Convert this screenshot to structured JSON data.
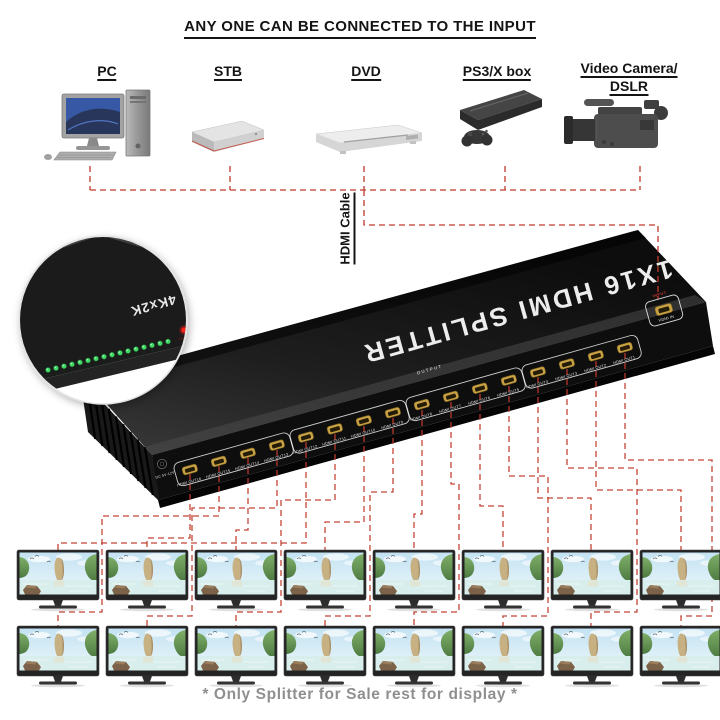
{
  "title": "ANY ONE CAN BE CONNECTED TO THE INPUT",
  "sources": [
    {
      "id": "pc",
      "label": "PC"
    },
    {
      "id": "stb",
      "label": "STB"
    },
    {
      "id": "dvd",
      "label": "DVD"
    },
    {
      "id": "ps3",
      "label": "PS3/X box"
    },
    {
      "id": "camera",
      "label": "Video Camera/",
      "label2": "DSLR"
    }
  ],
  "cable_label": "HDMI Cable",
  "splitter": {
    "name": "1X16 HDMI SPLITTER",
    "resolution_badge": "4Kx2K",
    "front_section_label": "OUTPUT",
    "input_label": "INPUT",
    "input_port_label": "HDMI IN",
    "dc_port_label": "DC 5V-12V",
    "power_led_label": "POWER",
    "led_count": 16,
    "output_ports": [
      "HDMI OUT1",
      "HDMI OUT2",
      "HDMI OUT3",
      "HDMI OUT4",
      "HDMI OUT5",
      "HDMI OUT6",
      "HDMI OUT7",
      "HDMI OUT8",
      "HDMI OUT9",
      "HDMI OUT10",
      "HDMI OUT11",
      "HDMI OUT12",
      "HDMI OUT13",
      "HDMI OUT14",
      "HDMI OUT15",
      "HDMI OUT16"
    ]
  },
  "monitors": {
    "rows": 2,
    "per_row": 8,
    "count": 16
  },
  "note": "* Only Splitter for Sale rest for display *",
  "colors": {
    "wire": "#c13a2b",
    "led_green": "#41d965",
    "led_red": "#ff241c",
    "port_gold": "#c9a245",
    "device_black": "#161616"
  }
}
